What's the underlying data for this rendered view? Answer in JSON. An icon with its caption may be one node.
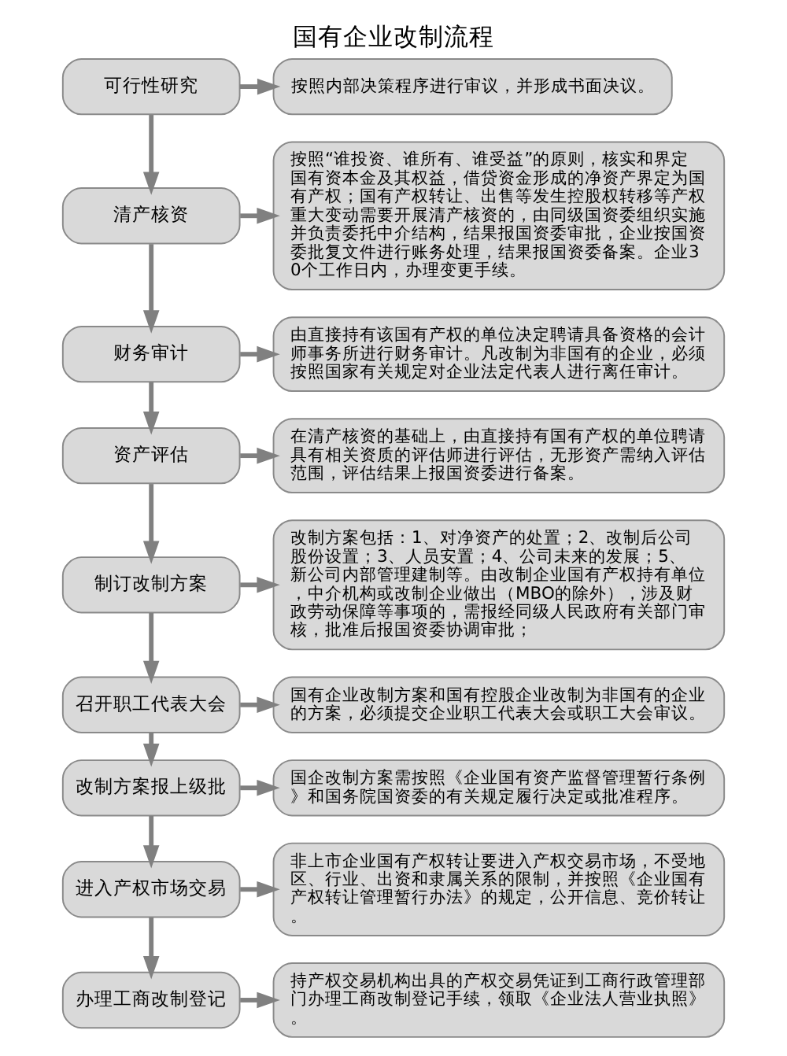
{
  "diagram": {
    "title": "国有企业改制流程",
    "nodes": [
      {
        "text": [
          "可行性研究"
        ]
      },
      {
        "text": [
          "按照内部决策程序进行审议，并形成书面决议。"
        ]
      },
      {
        "text": [
          "清产核资"
        ]
      },
      {
        "text": [
          "按照“谁投资、谁所有、谁受益”的原则，核实和界定国有资本金及其权益，借贷资金形成的净资产界定为国有产权；国有产权转让、出售等发生控股权转移等产权重大变动需要开展清产核资的，由同级国资委组织实施并负责委托中介结构，结果报国资委审批，企业按国资委批复文件进行账务处理，结果报国资委备案。企业30个工作日内，办理变更手续。"
        ]
      },
      {
        "text": [
          "财务审计"
        ]
      },
      {
        "text": [
          "由直接持有该国有产权的单位决定聘请具备资格的会计师事务所进行财务审计。凡改制为非国有的企业，必须按照国家有关规定对企业法定代表人进行离任审计。"
        ]
      },
      {
        "text": [
          "资产评估"
        ]
      },
      {
        "text": [
          "在清产核资的基础上，由直接持有国有产权的单位聘请具有相关资质的评估师进行评估，无形资产需纳入评估范围，评估结果上报国资委进行备案。"
        ]
      },
      {
        "text": [
          "制订改制方案"
        ]
      },
      {
        "text": [
          "改制方案包括：1、对净资产的处置；2、改制后公司股份设置；3、人员安置；4、公司未来的发展；5、新公司内部管理建制等。由改制企业国有产权持有单位，中介机构或改制企业做出（MBO的除外），涉及财政劳动保障等事项的，需报经同级人民政府有关部门审核，批准后报国资委协调审批；"
        ]
      },
      {
        "text": [
          "召开职工代表大会"
        ]
      },
      {
        "text": [
          "国有企业改制方案和国有控股企业改制为非国有的企业的方案，必须提交企业职工代表大会或职工大会审议。"
        ]
      },
      {
        "text": [
          "改制方案报上级批"
        ]
      },
      {
        "text": [
          "国企改制方案需按照《企业国有资产监督管理暂行条例》和国务院国资委的有关规定履行决定或批准程序。"
        ]
      },
      {
        "text": [
          "进入产权市场交易"
        ]
      },
      {
        "text": [
          "非上市企业国有产权转让要进入产权交易市场，不受地区、行业、出资和隶属关系的限制，并按照《企业国有产权转让管理暂行办法》的规定，公开信息、竞价转让。"
        ]
      },
      {
        "text": [
          "办理工商改制登记"
        ]
      },
      {
        "text": [
          "持产权交易机构出具的产权交易凭证到工商行政管理部门办理工商改制登记手续，领取《企业法人营业执照》。"
        ]
      }
    ],
    "edges": [
      {
        "from": 0,
        "to": 1,
        "arrow": "to"
      },
      {
        "from": 0,
        "to": 2,
        "arrow": "to"
      },
      {
        "from": 2,
        "to": 3,
        "arrow": "to"
      },
      {
        "from": 2,
        "to": 4,
        "arrow": "to"
      },
      {
        "from": 4,
        "to": 5,
        "arrow": "to"
      },
      {
        "from": 4,
        "to": 6,
        "arrow": "to"
      },
      {
        "from": 6,
        "to": 7,
        "arrow": "to"
      },
      {
        "from": 6,
        "to": 8,
        "arrow": "to"
      },
      {
        "from": 8,
        "to": 9,
        "arrow": "to"
      },
      {
        "from": 8,
        "to": 10,
        "arrow": "to"
      },
      {
        "from": 10,
        "to": 11,
        "arrow": "to"
      },
      {
        "from": 10,
        "to": 12,
        "arrow": "to"
      },
      {
        "from": 12,
        "to": 13,
        "arrow": "to"
      },
      {
        "from": 12,
        "to": 14,
        "arrow": "to"
      },
      {
        "from": 14,
        "to": 15,
        "arrow": "to"
      },
      {
        "from": 14,
        "to": 16,
        "arrow": "to"
      },
      {
        "from": 16,
        "to": 17,
        "arrow": "to"
      }
    ]
  }
}
